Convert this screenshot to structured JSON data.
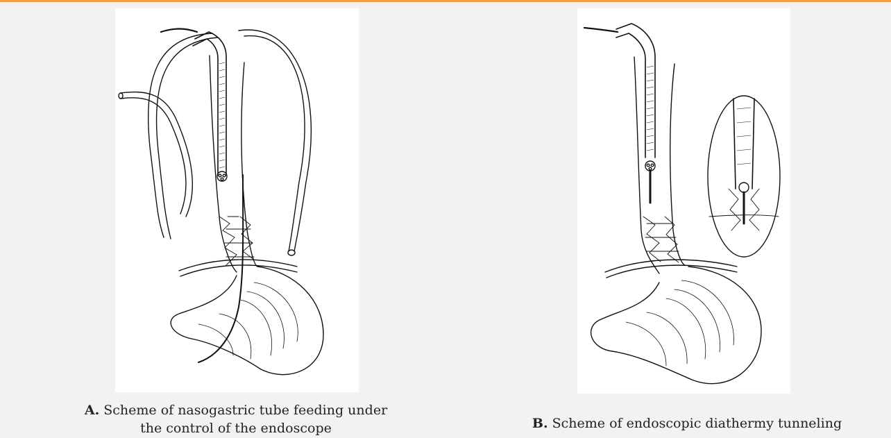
{
  "figures": [
    {
      "label": "A.",
      "caption": "Scheme of nasogastric tube feeding under the control of the endoscope"
    },
    {
      "label": "B.",
      "caption": "Scheme of endoscopic diathermy tunneling"
    }
  ],
  "colors": {
    "accent_rule": "#f0a04b",
    "page_background": "#f2f2f2",
    "panel_background": "#ffffff",
    "ink": "#111111"
  }
}
